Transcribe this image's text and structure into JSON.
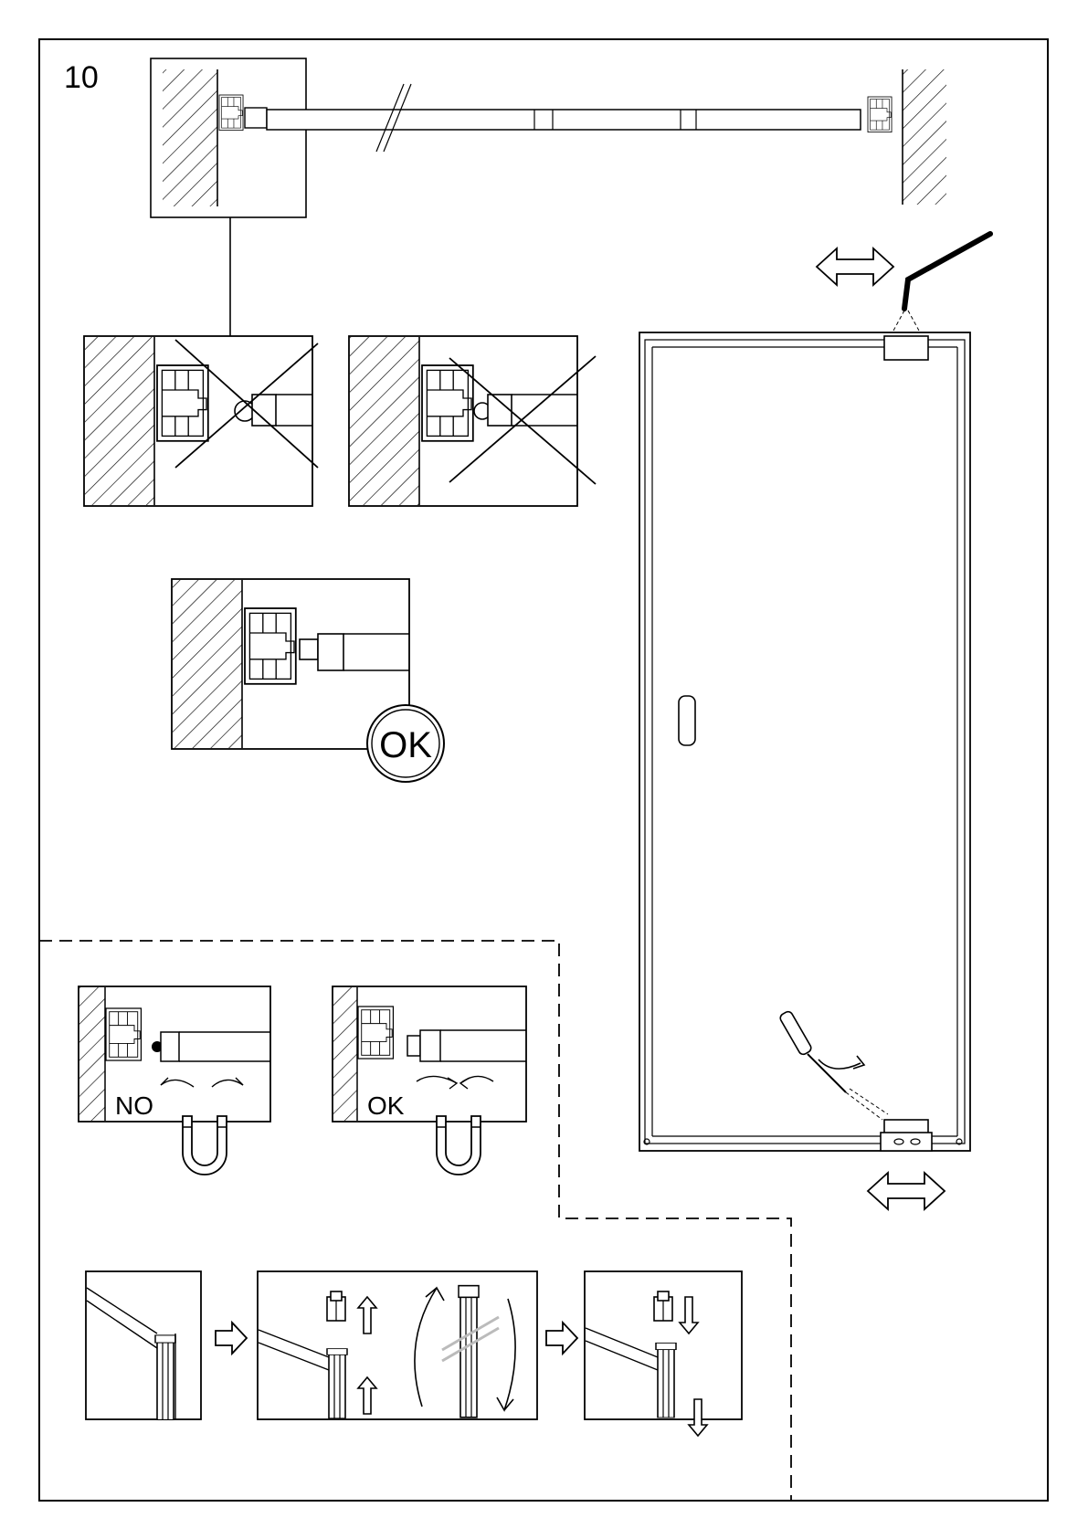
{
  "step_number": "10",
  "labels": {
    "ok_detail": "OK",
    "magnet_no": "NO",
    "magnet_ok": "OK"
  },
  "colors": {
    "ink": "#000000",
    "paper": "#ffffff",
    "shade": "#e8e8e8"
  },
  "icons": [
    "hatched-wall-icon",
    "wall-profile-icon",
    "glass-panel-icon",
    "cross-out-icon",
    "ok-circle-icon",
    "hex-key-icon",
    "screwdriver-icon",
    "double-arrow-icon",
    "magnet-icon",
    "arrow-up-icon",
    "arrow-down-icon",
    "arrow-right-icon",
    "rotate-arrow-icon"
  ]
}
